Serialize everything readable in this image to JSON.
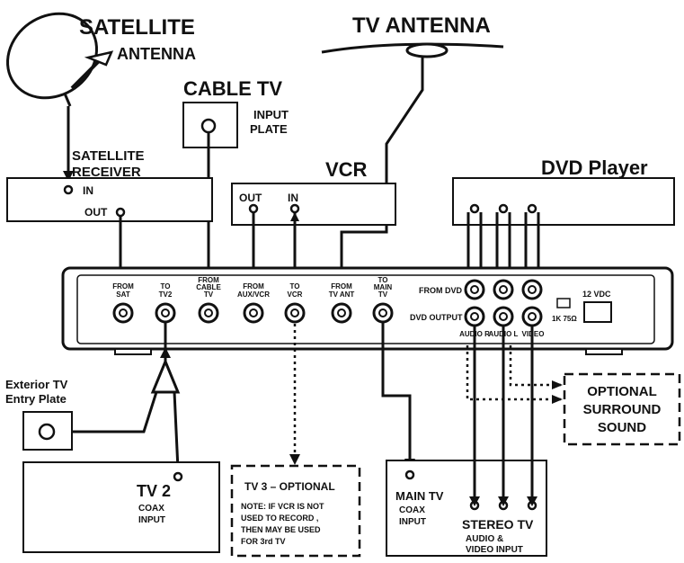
{
  "labels": {
    "satellite_antenna_l1": "SATELLITE",
    "satellite_antenna_l2": "ANTENNA",
    "tv_antenna": "TV ANTENNA",
    "cable_tv": "CABLE TV",
    "input_plate_l1": "INPUT",
    "input_plate_l2": "PLATE",
    "sat_receiver_l1": "SATELLITE",
    "sat_receiver_l2": "RECEIVER",
    "sat_in": "IN",
    "sat_out": "OUT",
    "vcr": "VCR",
    "vcr_out": "OUT",
    "vcr_in": "IN",
    "dvd_player": "DVD Player",
    "exterior_l1": "Exterior TV",
    "exterior_l2": "Entry Plate",
    "tv2": "TV 2",
    "tv2_sub1": "COAX",
    "tv2_sub2": "INPUT",
    "tv3_title": "TV 3 – OPTIONAL",
    "tv3_note1": "NOTE: IF VCR IS NOT",
    "tv3_note2": "USED TO RECORD ,",
    "tv3_note3": "THEN MAY BE USED",
    "tv3_note4": "FOR 3rd TV",
    "main_tv": "MAIN TV",
    "main_tv_sub1": "COAX",
    "main_tv_sub2": "INPUT",
    "stereo_tv": "STEREO TV",
    "stereo_sub1": "AUDIO &",
    "stereo_sub2": "VIDEO INPUT",
    "surround_l1": "OPTIONAL",
    "surround_l2": "SURROUND",
    "surround_l3": "SOUND"
  },
  "panel": {
    "ports": [
      {
        "top": "FROM",
        "bottom": "SAT"
      },
      {
        "top": "TO",
        "bottom": "TV2"
      },
      {
        "top": "FROM",
        "mid": "CABLE",
        "bottom": "TV"
      },
      {
        "top": "FROM",
        "bottom": "AUX/VCR"
      },
      {
        "top": "TO",
        "bottom": "VCR"
      },
      {
        "top": "FROM",
        "bottom": "TV ANT"
      },
      {
        "top": "TO",
        "mid": "MAIN",
        "bottom": "TV"
      }
    ],
    "from_dvd": "FROM DVD",
    "dvd_output": "DVD OUTPUT",
    "audio_r": "AUDIO R",
    "audio_l": "AUDIO L",
    "video": "VIDEO",
    "power": "12 VDC",
    "switch": "1K 75Ω"
  }
}
